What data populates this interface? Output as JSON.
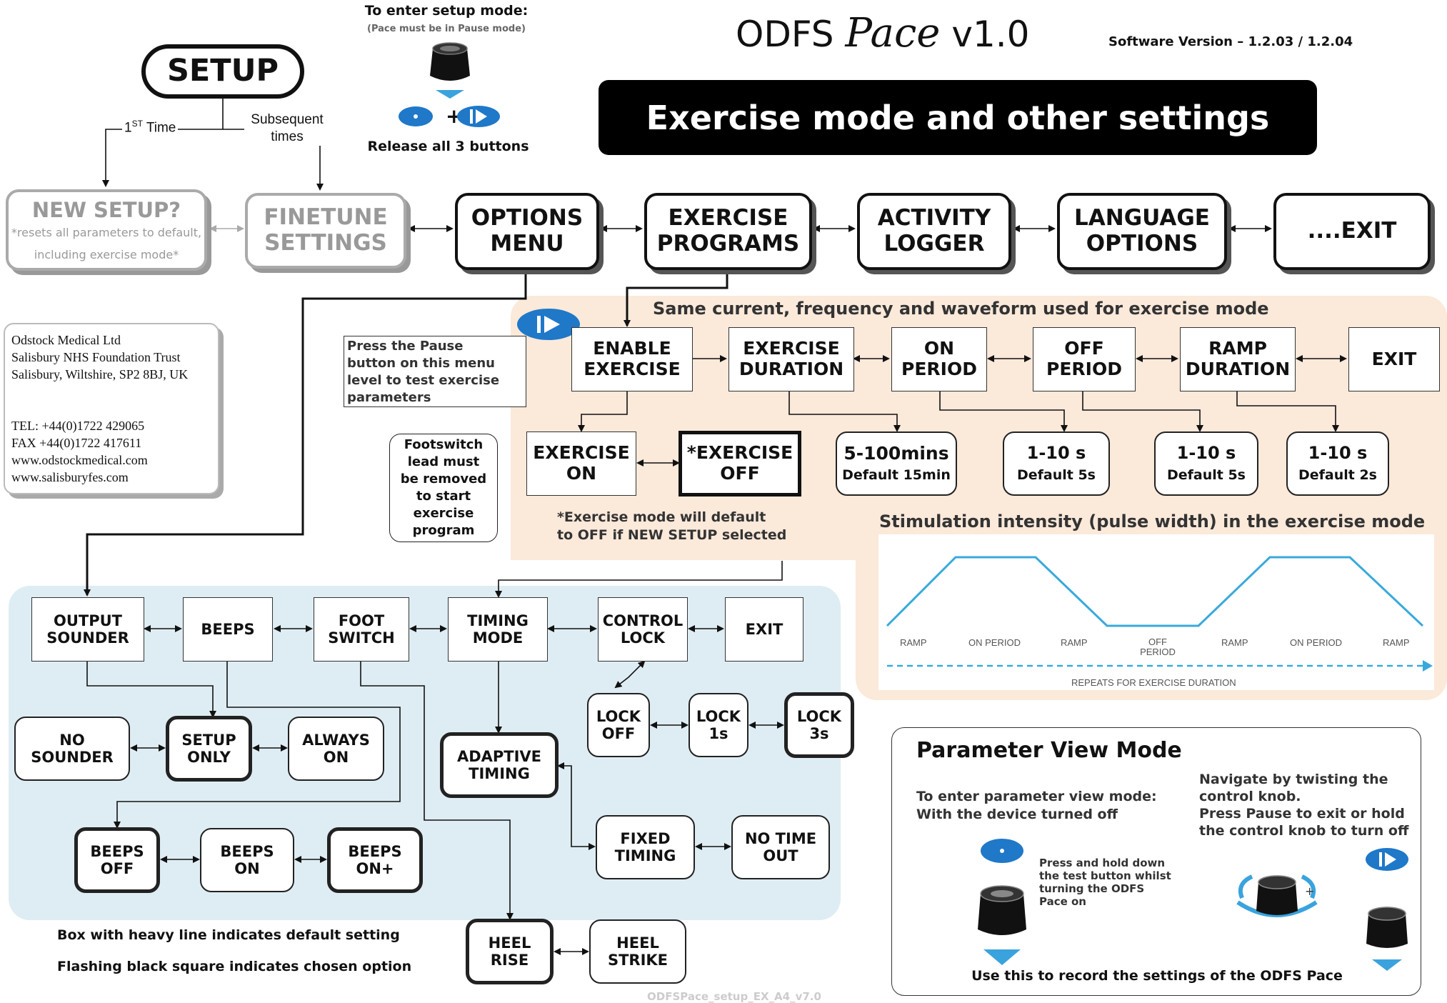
{
  "header": {
    "setup_entry_title": "To enter setup mode:",
    "setup_entry_note": "(Pace must be in Pause mode)",
    "release_buttons": "Release all 3 buttons",
    "app_title_main": "ODFS",
    "app_title_script": "Pace",
    "app_title_version": "v1.0",
    "software_version": "Software Version – 1.2.03 / 1.2.04",
    "banner": "Exercise mode and other settings"
  },
  "setup": {
    "title": "SETUP",
    "first_time_prefix": "1",
    "first_time_sup": "ST",
    "first_time_suffix": " Time",
    "subsequent_line1": "Subsequent",
    "subsequent_line2": "times"
  },
  "top_row": {
    "new_setup_title": "NEW SETUP?",
    "new_setup_note1": "*resets all parameters to default,",
    "new_setup_note2": "including exercise mode*",
    "finetune_line1": "FINETUNE",
    "finetune_line2": "SETTINGS",
    "options_line1": "OPTIONS",
    "options_line2": "MENU",
    "exercise_programs_line1": "EXERCISE",
    "exercise_programs_line2": "PROGRAMS",
    "activity_line1": "ACTIVITY",
    "activity_line2": "LOGGER",
    "language_line1": "LANGUAGE",
    "language_line2": "OPTIONS",
    "exit": "....EXIT"
  },
  "contact": {
    "line1": "Odstock Medical Ltd",
    "line2": "Salisbury NHS Foundation Trust",
    "line3": "Salisbury, Wiltshire, SP2 8BJ, UK",
    "tel": "TEL: +44(0)1722 429065",
    "fax": "FAX  +44(0)1722 417611",
    "web1": "www.odstockmedical.com",
    "web2": "www.salisburyfes.com"
  },
  "exercise_section": {
    "heading": "Same current, frequency and waveform used for exercise mode",
    "pause_note": [
      "Press the Pause",
      "button on this menu",
      "level to test exercise",
      "parameters"
    ],
    "footswitch_note": [
      "Footswitch",
      "lead must",
      "be removed",
      "to start",
      "exercise",
      "program"
    ],
    "enable_line1": "ENABLE",
    "enable_line2": "EXERCISE",
    "duration_line1": "EXERCISE",
    "duration_line2": "DURATION",
    "on_period_line1": "ON",
    "on_period_line2": "PERIOD",
    "off_period_line1": "OFF",
    "off_period_line2": "PERIOD",
    "ramp_line1": "RAMP",
    "ramp_line2": "DURATION",
    "exit": "EXIT",
    "exercise_on_line1": "EXERCISE",
    "exercise_on_line2": "ON",
    "exercise_off_line1": "*EXERCISE",
    "exercise_off_line2": "OFF",
    "duration_value": "5-100mins",
    "duration_default": "Default 15min",
    "on_value": "1-10 s",
    "on_default": "Default 5s",
    "off_value": "1-10 s",
    "off_default": "Default 5s",
    "ramp_value": "1-10 s",
    "ramp_default": "Default 2s",
    "default_note1": "*Exercise mode will default",
    "default_note2": "to OFF if NEW SETUP selected"
  },
  "stimulation": {
    "heading": "Stimulation intensity (pulse width) in the exercise mode",
    "phase_labels": [
      "RAMP",
      "ON PERIOD",
      "RAMP",
      "OFF",
      "RAMP",
      "ON PERIOD",
      "RAMP"
    ],
    "off_period_sub": "PERIOD",
    "repeats": "REPEATS FOR EXERCISE DURATION",
    "waveform_color": "#39a9dc"
  },
  "options_section": {
    "output_sounder_line1": "OUTPUT",
    "output_sounder_line2": "SOUNDER",
    "beeps": "BEEPS",
    "foot_switch_line1": "FOOT",
    "foot_switch_line2": "SWITCH",
    "timing_mode_line1": "TIMING",
    "timing_mode_line2": "MODE",
    "control_lock_line1": "CONTROL",
    "control_lock_line2": "LOCK",
    "exit": "EXIT",
    "no_sounder": "NO SOUNDER",
    "setup_only_line1": "SETUP",
    "setup_only_line2": "ONLY",
    "always_on_line1": "ALWAYS",
    "always_on_line2": "ON",
    "beeps_off_line1": "BEEPS",
    "beeps_off_line2": "OFF",
    "beeps_on_line1": "BEEPS",
    "beeps_on_line2": "ON",
    "beeps_onplus_line1": "BEEPS",
    "beeps_onplus_line2": "ON+",
    "adaptive_line1": "ADAPTIVE",
    "adaptive_line2": "TIMING",
    "fixed_line1": "FIXED",
    "fixed_line2": "TIMING",
    "no_timeout_line1": "NO TIME",
    "no_timeout_line2": "OUT",
    "lock_off_line1": "LOCK",
    "lock_off_line2": "OFF",
    "lock_1s_line1": "LOCK",
    "lock_1s_line2": "1s",
    "lock_3s_line1": "LOCK",
    "lock_3s_line2": "3s",
    "heel_rise_line1": "HEEL",
    "heel_rise_line2": "RISE",
    "heel_strike_line1": "HEEL",
    "heel_strike_line2": "STRIKE"
  },
  "legend": {
    "heavy_line": "Box with heavy line indicates default setting",
    "flashing": "Flashing black square indicates chosen option"
  },
  "parameter_view": {
    "title": "Parameter View Mode",
    "enter_line1": "To enter parameter view mode:",
    "enter_line2": "With the device turned off",
    "press_hold": [
      "Press and hold down",
      "the test button whilst",
      "turning the ODFS",
      "Pace on"
    ],
    "navigate": [
      "Navigate by twisting the",
      "control knob.",
      "Press Pause to exit or hold",
      "the control knob to turn off"
    ],
    "record": "Use this to record the settings of the ODFS Pace"
  },
  "footer": {
    "file_name": "ODFSPace_setup_EX_A4_v7.0"
  },
  "colors": {
    "exercise_bg": "#fbe9da",
    "options_bg": "#deedf3",
    "button_blue": "#1f78c8",
    "arrow_blue": "#3aa3dd",
    "grey_text": "#999999"
  }
}
